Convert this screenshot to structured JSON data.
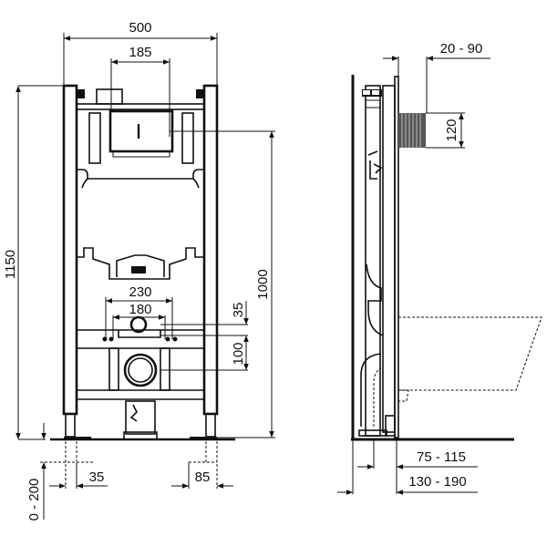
{
  "front_view": {
    "width_total": "500",
    "bracket_spacing": "185",
    "height_total": "1150",
    "flush_plate_height": "1000",
    "bolt_spacing_outer": "230",
    "bolt_spacing_inner": "180",
    "pipe_offset_top": "35",
    "pipe_offset_bottom": "100",
    "foot_adjust_height": "0 - 200",
    "foot_left_offset": "35",
    "foot_right_width": "85"
  },
  "side_view": {
    "cistern_depth": "20 - 90",
    "inlet_height": "120",
    "outlet_depth_a": "75 - 115",
    "outlet_depth_b": "130 - 190"
  },
  "colors": {
    "line": "#111111",
    "background": "#ffffff"
  }
}
